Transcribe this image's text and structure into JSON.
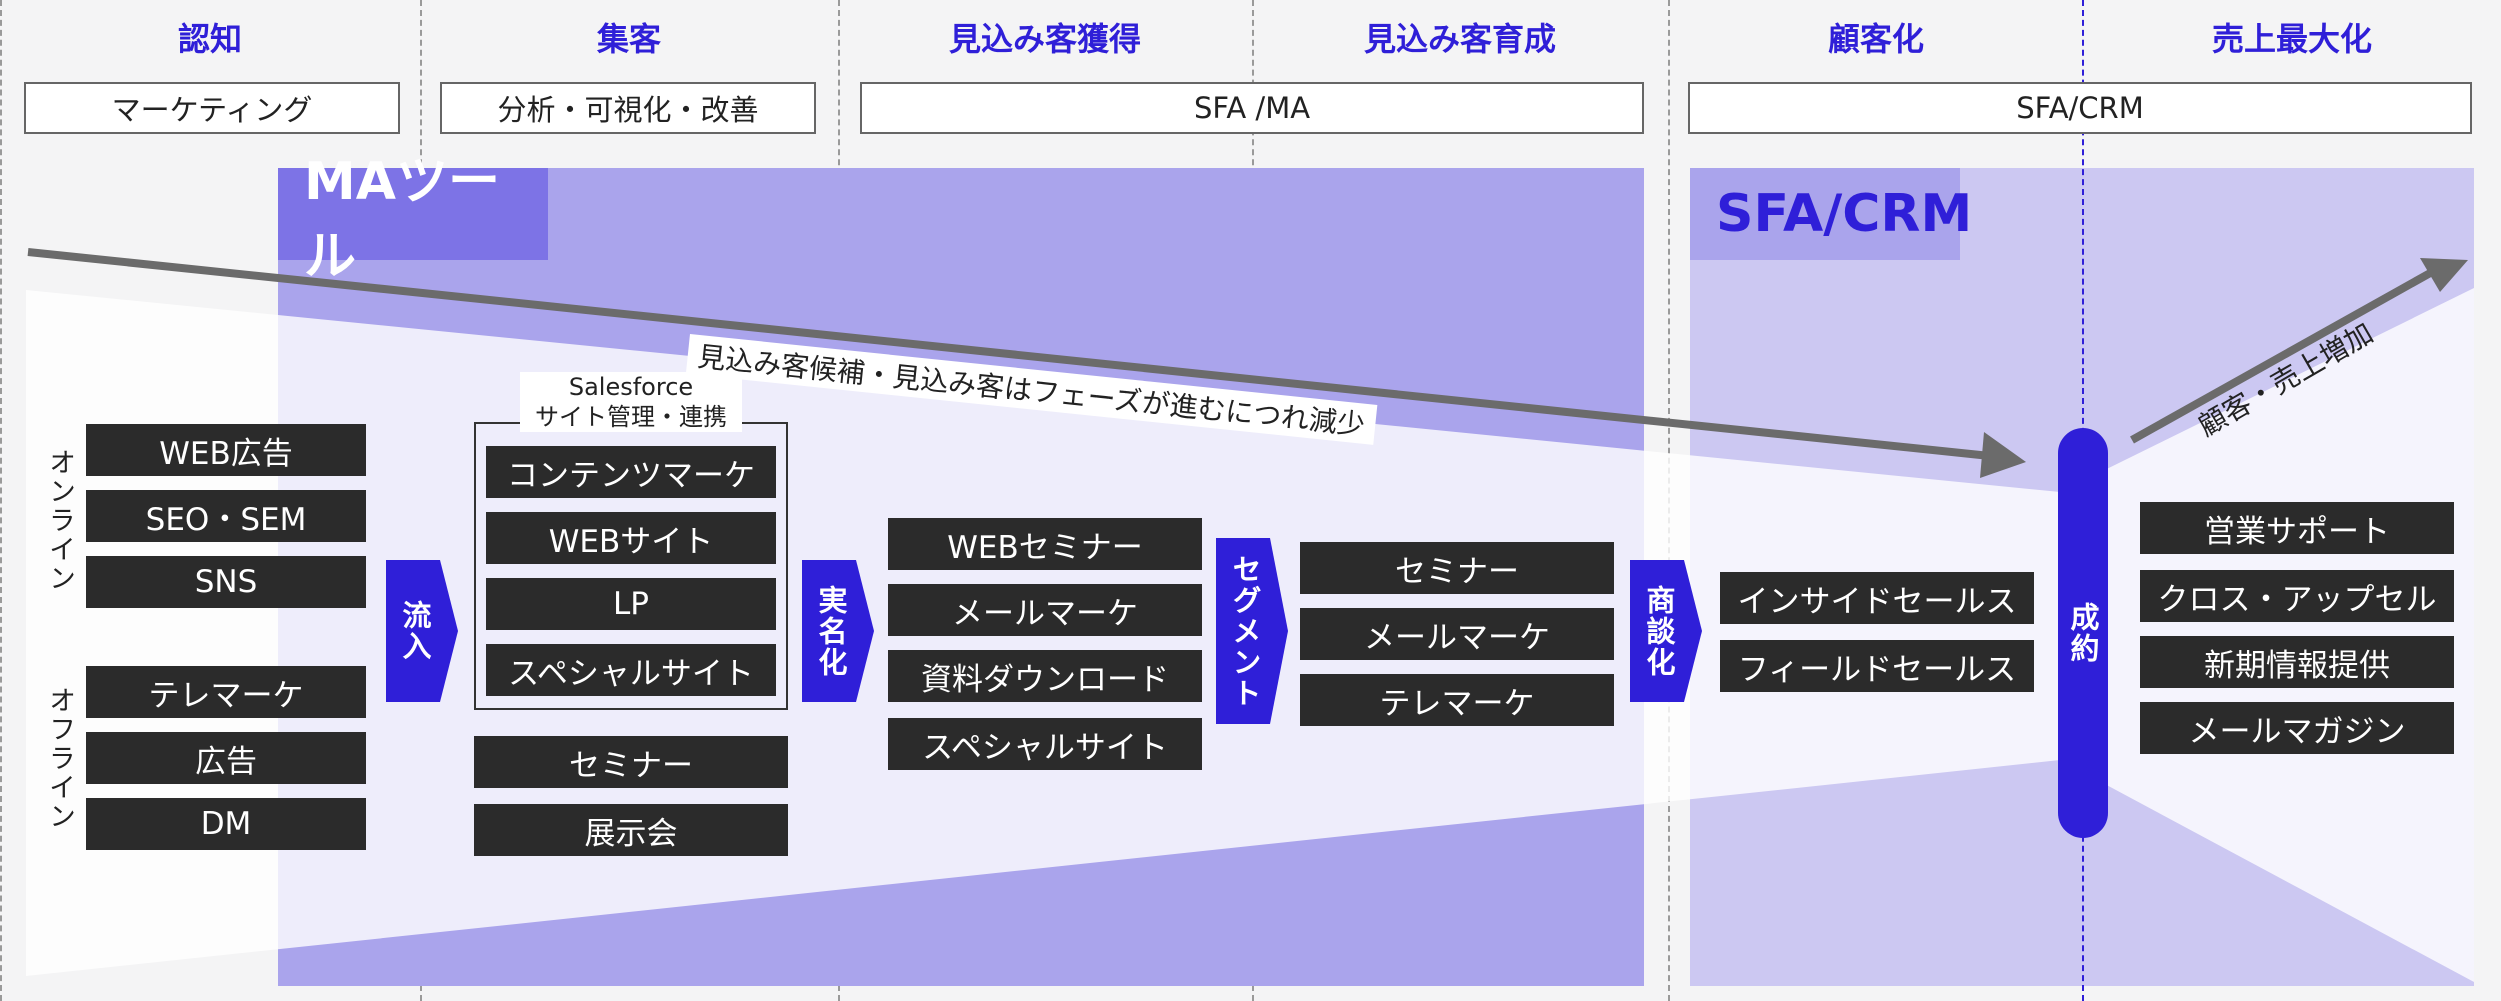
{
  "phases": [
    {
      "name": "phase-awareness",
      "label": "認知"
    },
    {
      "name": "phase-attraction",
      "label": "集客"
    },
    {
      "name": "phase-prospect-acquisition",
      "label": "見込み客獲得"
    },
    {
      "name": "phase-prospect-nurturing",
      "label": "見込み客育成"
    },
    {
      "name": "phase-customerization",
      "label": "顧客化"
    },
    {
      "name": "phase-sales-maximization",
      "label": "売上最大化"
    }
  ],
  "categories": {
    "marketing": "マーケティング",
    "analysis": "分析・可視化・改善",
    "sfa_ma": "SFA /MA",
    "sfa_crm": "SFA/CRM"
  },
  "tools": {
    "ma": "MAツール",
    "sfa_crm": "SFA/CRM"
  },
  "arrows": {
    "decrease": "見込み客候補・見込み客はフェーズが進むにつれ減少",
    "increase": "顧客・売上増加"
  },
  "side_labels": {
    "online": "オンライン",
    "offline": "オフライン"
  },
  "channels": {
    "online": [
      "WEB広告",
      "SEO・SEM",
      "SNS"
    ],
    "offline": [
      "テレマーケ",
      "広告",
      "DM"
    ]
  },
  "salesforce_group": {
    "title_line1": "Salesforce",
    "title_line2": "サイト管理・連携",
    "items": [
      "コンテンツマーケ",
      "WEBサイト",
      "LP",
      "スペシャルサイト"
    ]
  },
  "attraction_extra": [
    "セミナー",
    "展示会"
  ],
  "acquisition_items": [
    "WEBセミナー",
    "メールマーケ",
    "資料ダウンロード",
    "スペシャルサイト"
  ],
  "nurturing_items": [
    "セミナー",
    "メールマーケ",
    "テレマーケ"
  ],
  "sales_items": [
    "インサイドセールス",
    "フィールドセールス"
  ],
  "maximization_items": [
    "営業サポート",
    "クロス・アップセル",
    "新期情報提供",
    "メールマガジン"
  ],
  "stages": {
    "inflow": "流入",
    "real_name": "実名化",
    "segment": "セグメント",
    "negotiation": "商談化",
    "contract": "成約"
  },
  "colors": {
    "accent": "#2f1fd8",
    "ma_band": "#aaa4ec",
    "crm_band": "#ccc8f2",
    "box": "#2b2b2b"
  }
}
